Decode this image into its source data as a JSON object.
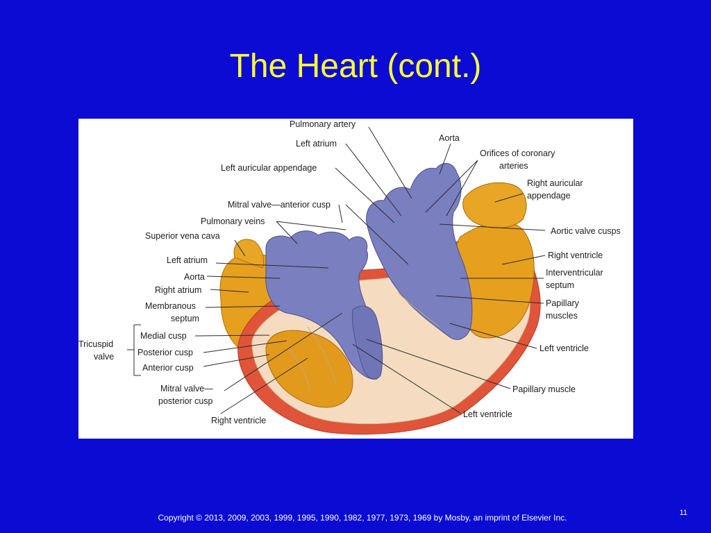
{
  "slide": {
    "title": "The Heart (cont.)",
    "copyright": "Copyright © 2013, 2009, 2003, 1999, 1995, 1990, 1982, 1977, 1973, 1969 by Mosby, an imprint of Elsevier Inc.",
    "page_number": "11"
  },
  "colors": {
    "background": "#0b0bd4",
    "title": "#ffff33",
    "venous_chamber": "#7a7fc0",
    "myocardium": "#f5dcc0",
    "outer_wall": "#e0543a",
    "atrium_fat": "#e6a01e"
  },
  "labels": {
    "pulmonary_artery": "Pulmonary artery",
    "left_atrium_top": "Left atrium",
    "left_auricular_appendage": "Left auricular appendage",
    "mitral_valve_anterior": "Mitral valve—anterior cusp",
    "pulmonary_veins": "Pulmonary veins",
    "superior_vena_cava": "Superior vena cava",
    "left_atrium": "Left atrium",
    "aorta_left": "Aorta",
    "right_atrium": "Right atrium",
    "membranous_1": "Membranous",
    "membranous_2": "septum",
    "tricuspid_1": "Tricuspid",
    "tricuspid_2": "valve",
    "medial_cusp": "Medial cusp",
    "posterior_cusp": "Posterior cusp",
    "anterior_cusp": "Anterior cusp",
    "mitral_posterior_1": "Mitral valve—",
    "mitral_posterior_2": "posterior cusp",
    "right_ventricle_bottom": "Right ventricle",
    "aorta_top": "Aorta",
    "orifices_1": "Orifices of coronary",
    "orifices_2": "arteries",
    "right_auricular_1": "Right auricular",
    "right_auricular_2": "appendage",
    "aortic_valve_cusps": "Aortic valve cusps",
    "right_ventricle": "Right ventricle",
    "interventricular_1": "Interventricular",
    "interventricular_2": "septum",
    "papillary_1": "Papillary",
    "papillary_2": "muscles",
    "left_ventricle_right": "Left ventricle",
    "papillary_muscle": "Papillary muscle",
    "left_ventricle_bottom": "Left ventricle"
  }
}
